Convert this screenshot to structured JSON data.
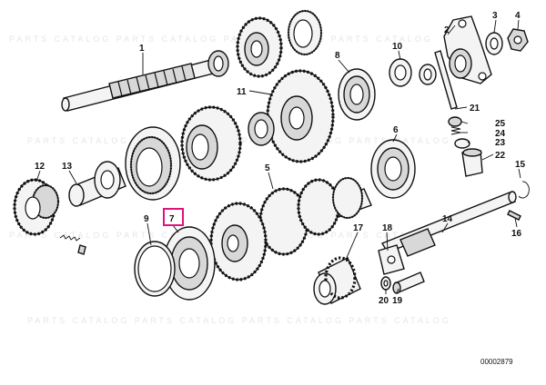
{
  "diagram": {
    "highlighted_part": "7",
    "diagram_id": "00002879",
    "labels": [
      "1",
      "2",
      "3",
      "4",
      "5",
      "6",
      "7",
      "8",
      "9",
      "10",
      "11",
      "12",
      "13",
      "14",
      "15",
      "16",
      "17",
      "18",
      "19",
      "20",
      "21",
      "22",
      "23",
      "24",
      "25"
    ]
  }
}
